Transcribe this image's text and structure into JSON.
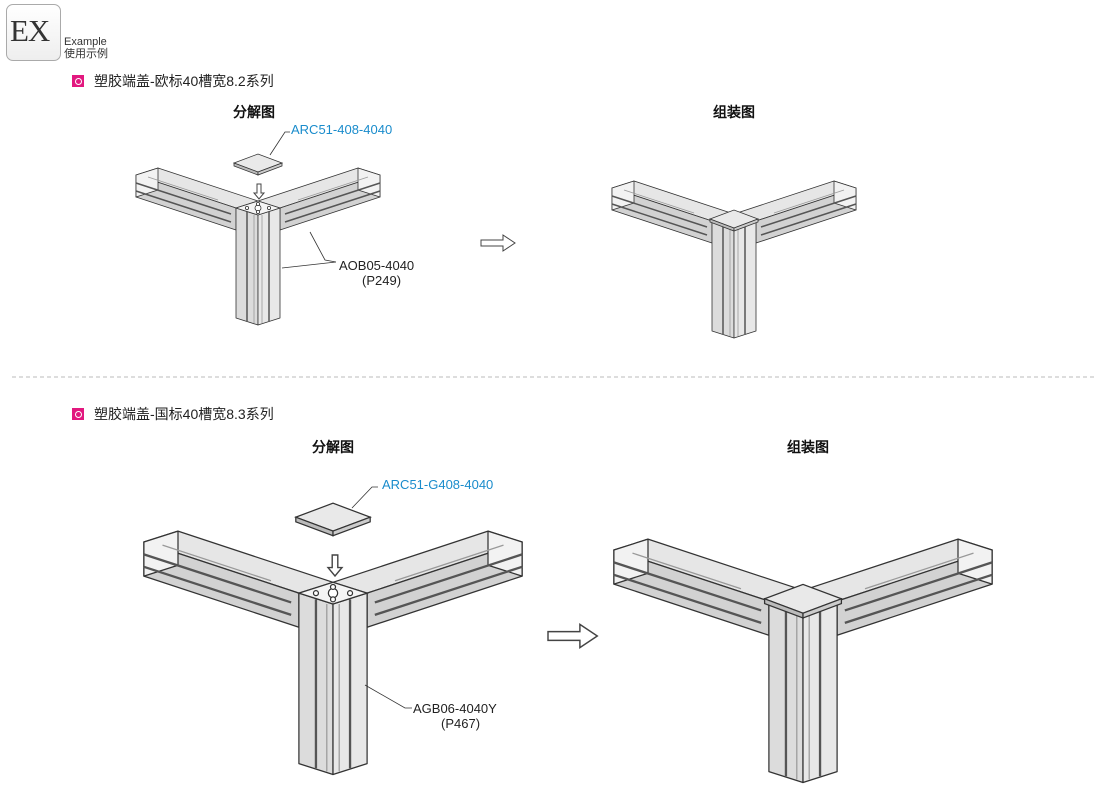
{
  "logo": {
    "text": "EX",
    "caption_en": "Example",
    "caption_cn": "使用示例"
  },
  "sections": [
    {
      "title": "塑胶端盖-欧标40槽宽8.2系列",
      "exploded_label": "分解图",
      "assembled_label": "组装图",
      "cap_part": "ARC51-408-4040",
      "profile_part": "AOB05-4040",
      "profile_page": "(P249)"
    },
    {
      "title": "塑胶端盖-国标40槽宽8.3系列",
      "exploded_label": "分解图",
      "assembled_label": "组装图",
      "cap_part": "ARC51-G408-4040",
      "profile_part": "AGB06-4040Y",
      "profile_page": "(P467)"
    }
  ],
  "colors": {
    "accent": "#e2187f",
    "part_link": "#1a8ccc"
  }
}
